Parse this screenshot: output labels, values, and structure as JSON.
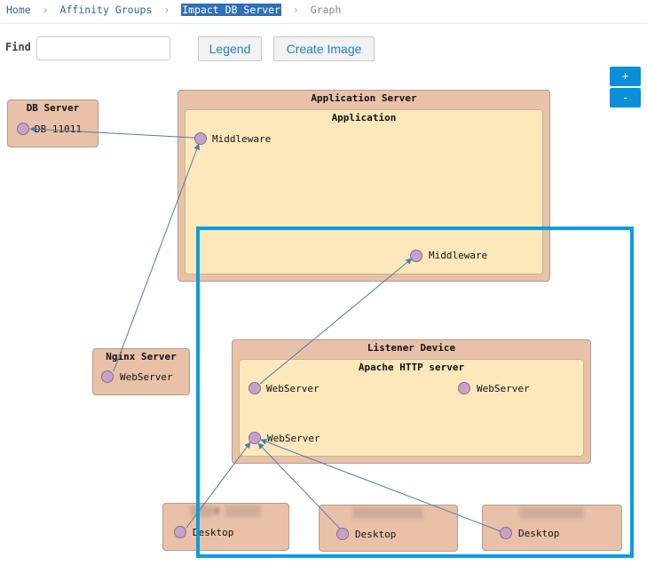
{
  "breadcrumb": {
    "home": "Home",
    "affinity_groups": "Affinity Groups",
    "current": "Impact DB Server",
    "last": "Graph"
  },
  "toolbar": {
    "find_label": "Find",
    "find_value": "",
    "legend_label": "Legend",
    "create_image_label": "Create Image",
    "zoom_in_label": "+",
    "zoom_out_label": "-"
  },
  "graph": {
    "db_server": {
      "title": "DB Server",
      "node": "DB 11011"
    },
    "application_server": {
      "title": "Application Server",
      "inner_title": "Application",
      "nodes": [
        "Middleware",
        "Middleware"
      ]
    },
    "nginx_server": {
      "title": "Nginx Server",
      "node": "WebServer"
    },
    "listener_device": {
      "title": "Listener Device",
      "inner_title": "Apache HTTP server",
      "nodes": [
        "WebServer",
        "WebServer",
        "WebServer"
      ]
    },
    "clients": [
      {
        "title": "░░░░t ░░░░░░",
        "node": "Desktop"
      },
      {
        "title": "░░░░░░░░░░░░",
        "node": "Desktop"
      },
      {
        "title": "░░░░░░░░░░░",
        "node": "Desktop"
      }
    ]
  },
  "colors": {
    "outer_box": "#e9c1a8",
    "inner_box": "#fde8bb",
    "node": "#c6a2c8",
    "edge": "#4d7ea8",
    "selection": "#0a9de0",
    "zoom_button": "#0a8fd8"
  }
}
